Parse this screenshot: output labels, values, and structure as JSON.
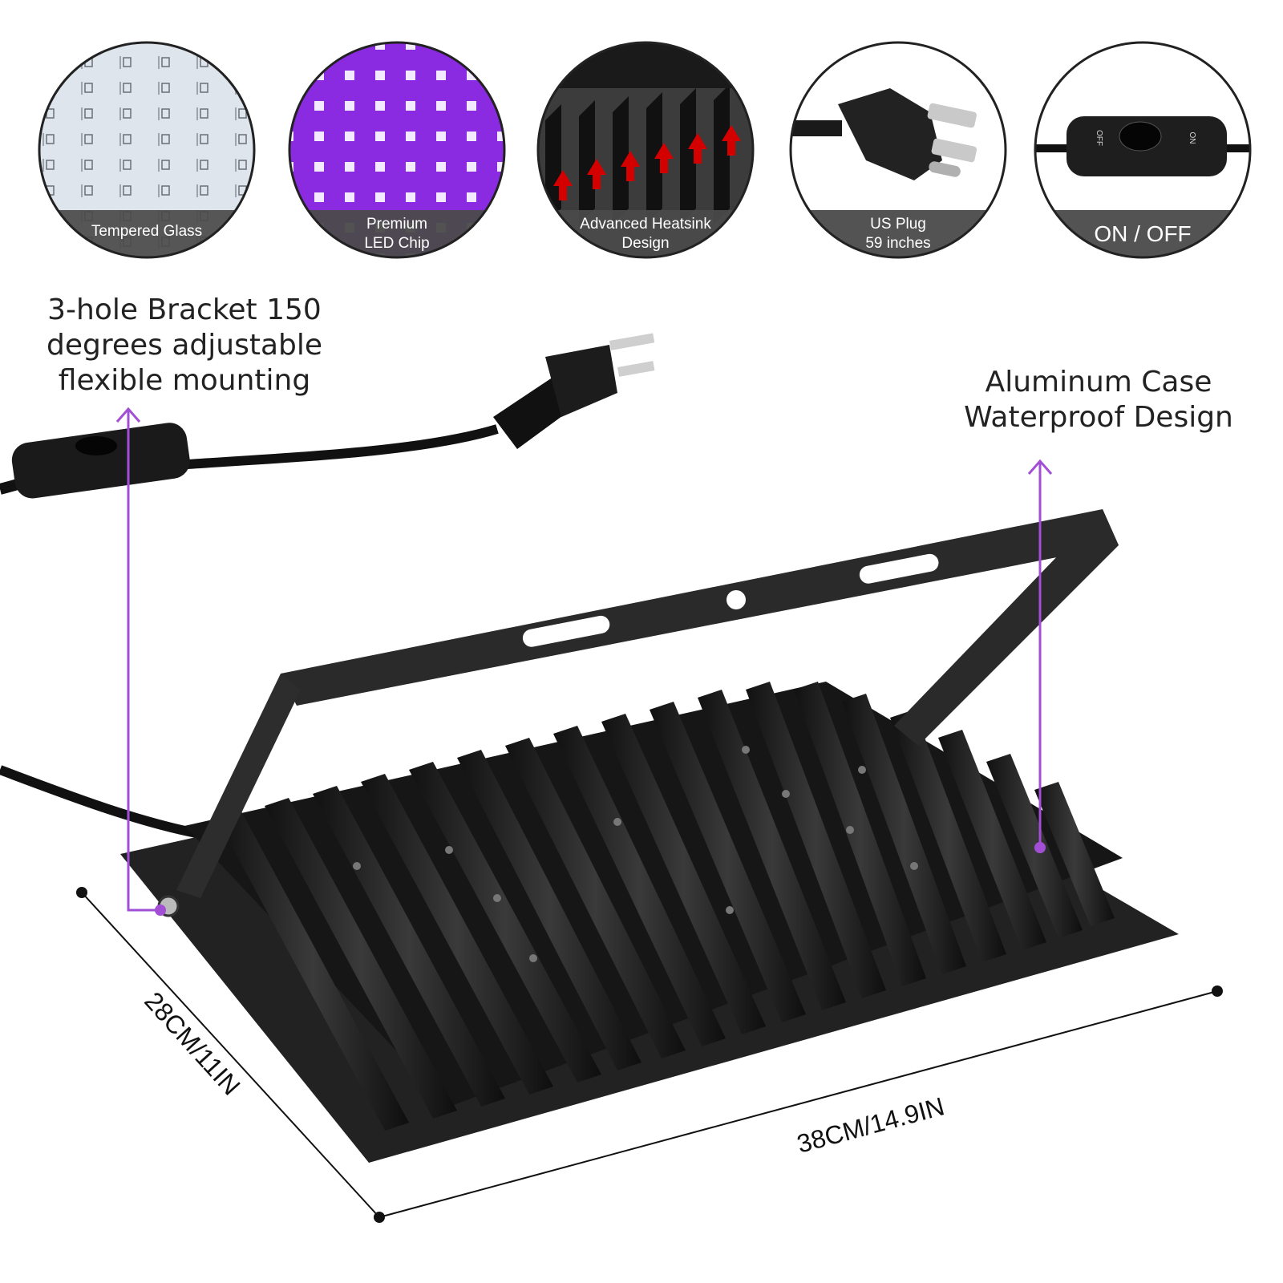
{
  "features": [
    {
      "name": "tempered-glass",
      "lines": [
        "Tempered Glass"
      ]
    },
    {
      "name": "led-chip",
      "lines": [
        "Premium",
        "LED Chip"
      ]
    },
    {
      "name": "heatsink",
      "lines": [
        "Advanced Heatsink",
        "Design"
      ]
    },
    {
      "name": "us-plug",
      "lines": [
        "US Plug",
        "59 inches"
      ]
    },
    {
      "name": "switch",
      "lines": [
        "ON / OFF"
      ]
    }
  ],
  "switch_marks": {
    "off": "OFF",
    "on": "ON"
  },
  "callouts": {
    "bracket": [
      "3-hole Bracket 150",
      "degrees adjustable",
      "flexible mounting"
    ],
    "case": [
      "Aluminum Case",
      "Waterproof Design"
    ]
  },
  "dimensions": {
    "depth": "28CM/11IN",
    "width": "38CM/14.9IN"
  },
  "colors": {
    "accent": "#a24fd6",
    "led": "#8a2be2",
    "arrow": "#d40000",
    "band": "#4a4a4a",
    "product": "#1c1c1c"
  }
}
